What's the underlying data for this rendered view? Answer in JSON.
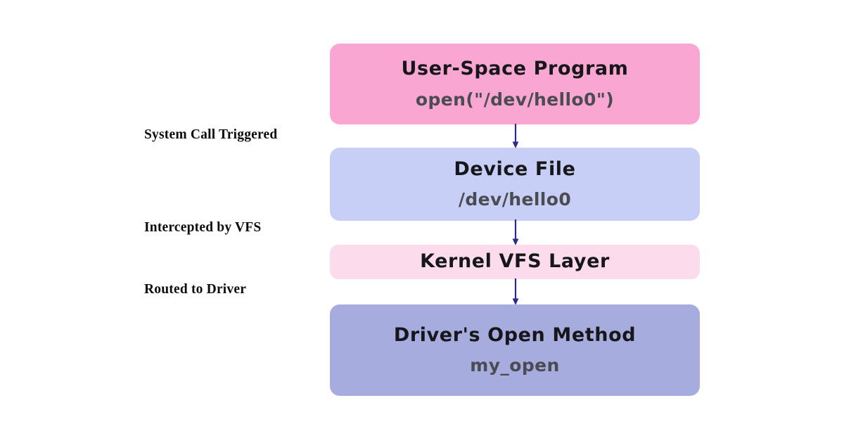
{
  "diagram": {
    "title_absent": true,
    "background_color": "#ffffff",
    "arrow_color": "#2b2b8f",
    "side_labels": [
      {
        "id": "system-call-triggered",
        "text": "System Call Triggered"
      },
      {
        "id": "intercepted-by-vfs",
        "text": "Intercepted by VFS"
      },
      {
        "id": "routed-to-driver",
        "text": "Routed to Driver"
      }
    ],
    "nodes": [
      {
        "id": "user-space-program",
        "title": "User-Space Program",
        "subtitle": "open(\"/dev/hello0\")",
        "fill": "#f9a6d2",
        "title_color": "#17171b",
        "subtitle_color": "#4b4b52"
      },
      {
        "id": "device-file",
        "title": "Device File",
        "subtitle": "/dev/hello0",
        "fill": "#c8cff6",
        "title_color": "#17171b",
        "subtitle_color": "#4b4b52"
      },
      {
        "id": "kernel-vfs-layer",
        "title": "Kernel VFS Layer",
        "subtitle": "",
        "fill": "#fcdcec",
        "title_color": "#17171b",
        "subtitle_color": "#4b4b52"
      },
      {
        "id": "drivers-open-method",
        "title": "Driver's Open Method",
        "subtitle": "my_open",
        "fill": "#a7acde",
        "title_color": "#17171b",
        "subtitle_color": "#4b4b52"
      }
    ],
    "edges": [
      {
        "id": "edge-user-to-devfile",
        "from": "user-space-program",
        "to": "device-file",
        "label": ""
      },
      {
        "id": "edge-devfile-to-vfs",
        "from": "device-file",
        "to": "kernel-vfs-layer",
        "label": ""
      },
      {
        "id": "edge-vfs-to-driver",
        "from": "kernel-vfs-layer",
        "to": "drivers-open-method",
        "label": ""
      }
    ]
  }
}
